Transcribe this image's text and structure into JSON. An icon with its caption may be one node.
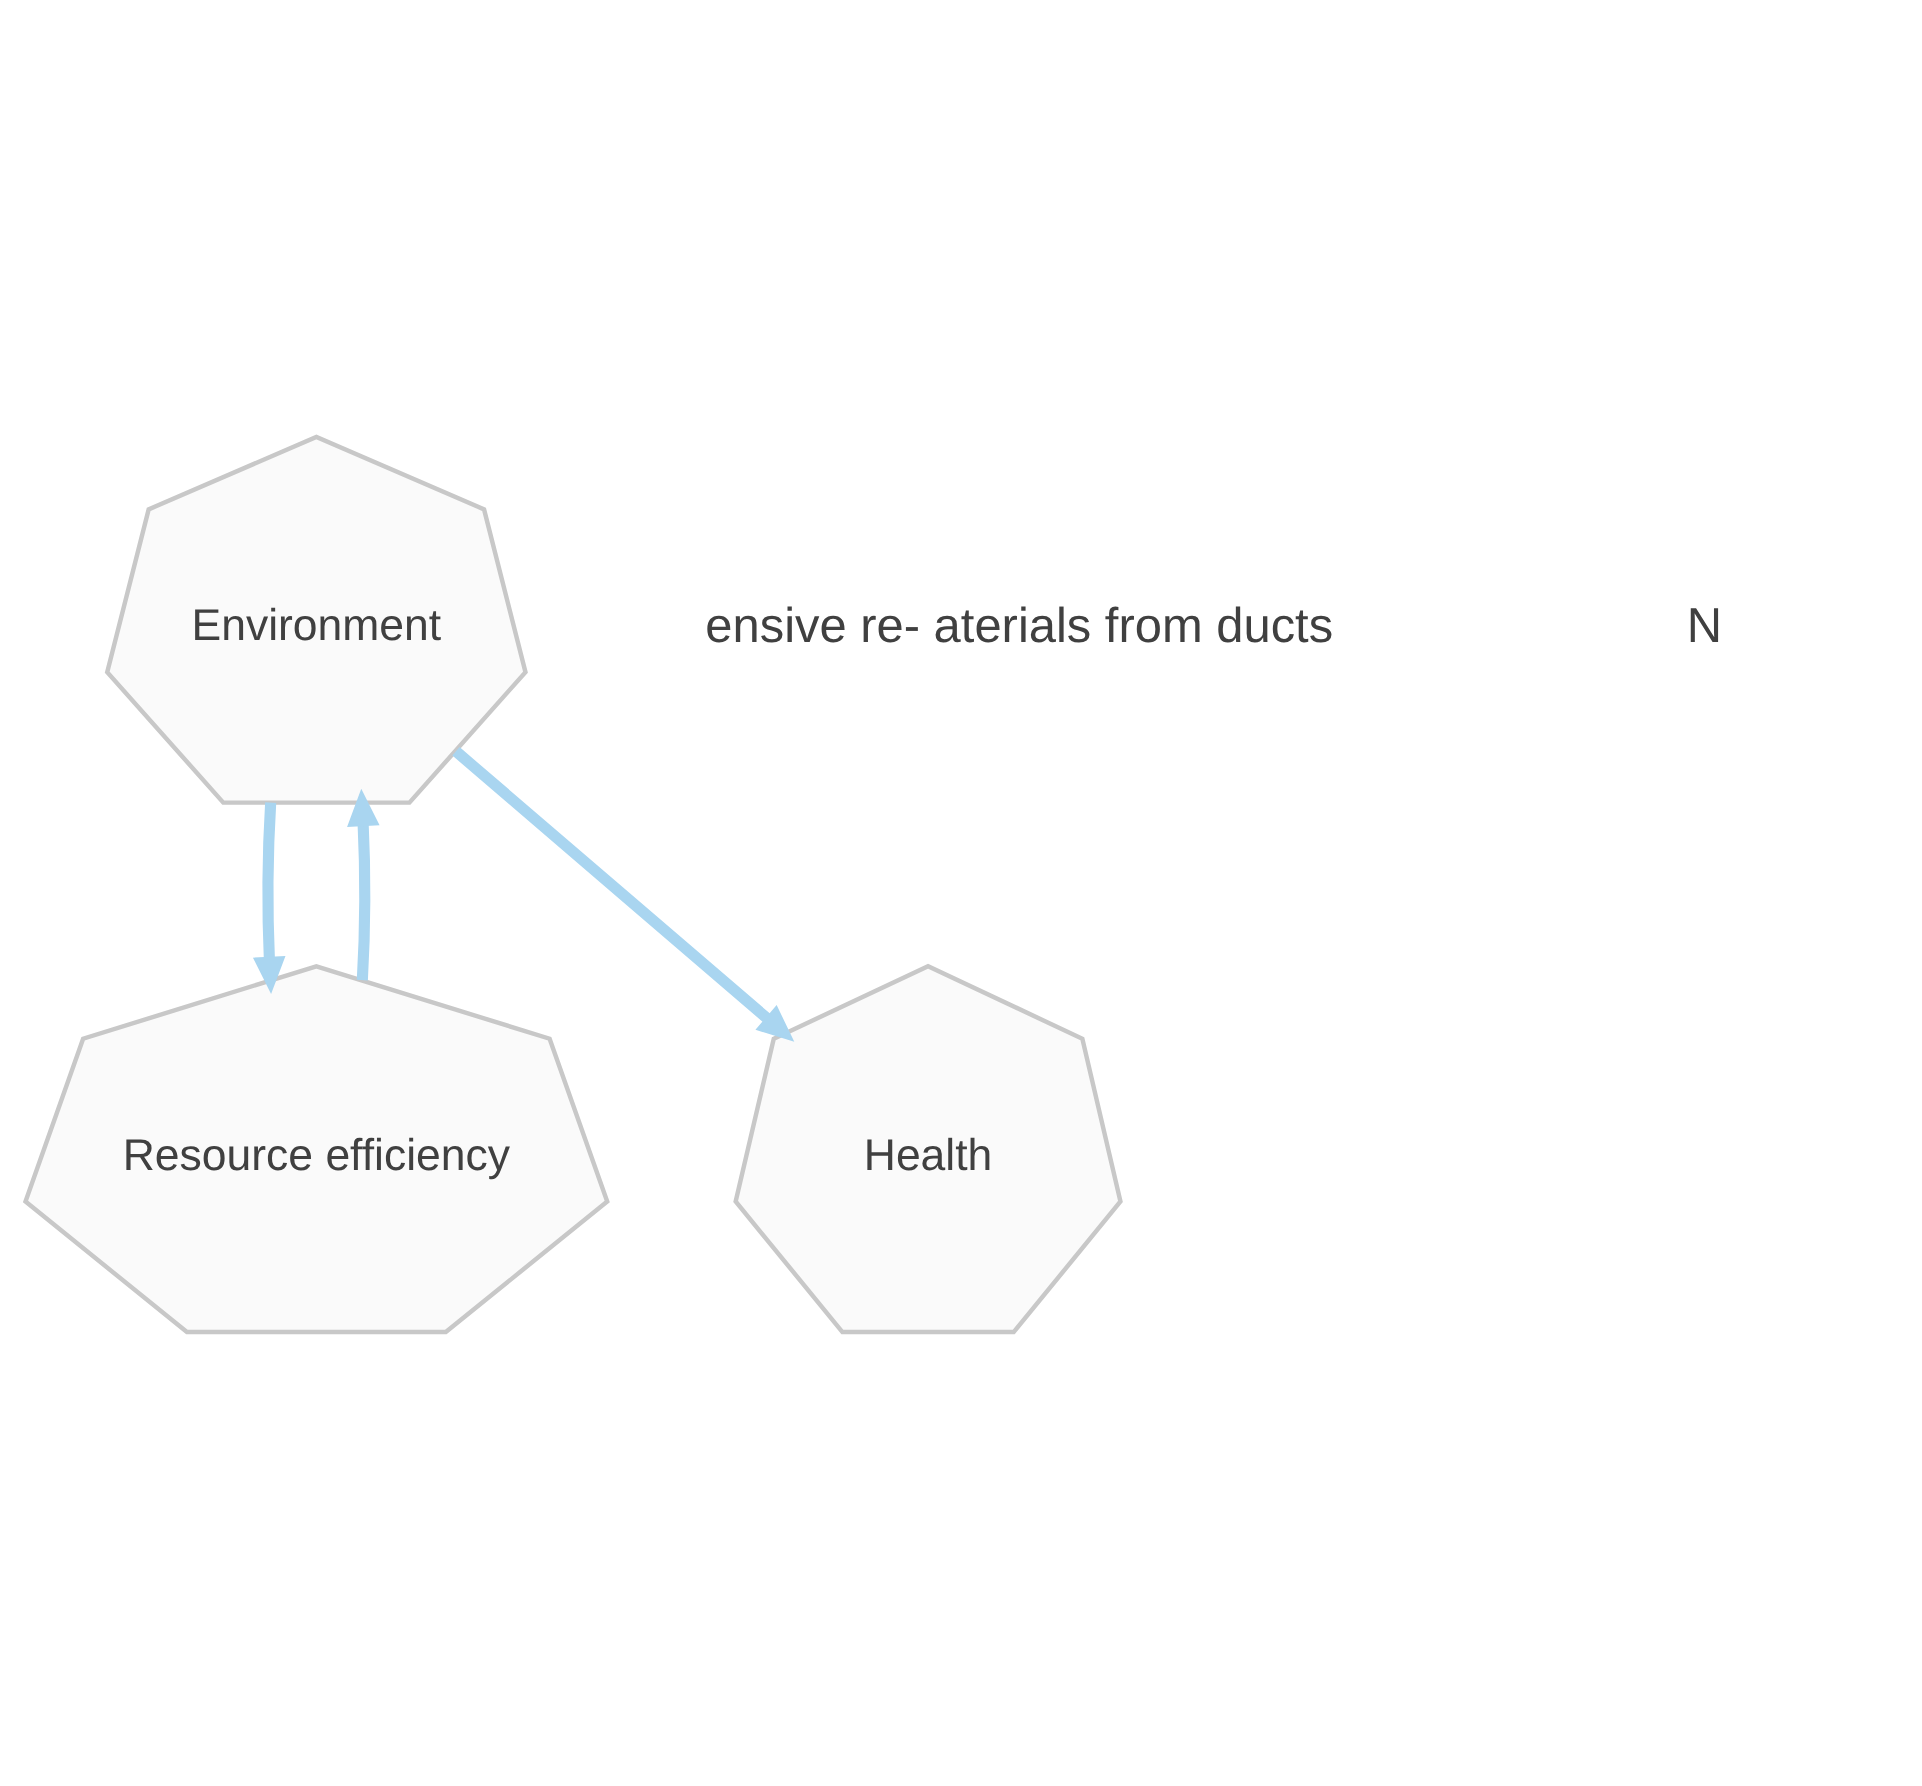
{
  "diagram": {
    "nodes": [
      {
        "text": [
          "Environment"
        ]
      },
      {
        "text": [
          "Resource efficiency"
        ]
      },
      {
        "text": [
          "Health"
        ]
      }
    ],
    "edges": [
      {
        "from": 1,
        "to": 0,
        "arrow": "to"
      },
      {
        "from": 0,
        "to": 1,
        "arrow": "to"
      },
      {
        "from": 0,
        "to": 2,
        "arrow": "to"
      }
    ],
    "labels": [
      "ensive re- aterials from ducts",
      "N"
    ]
  }
}
